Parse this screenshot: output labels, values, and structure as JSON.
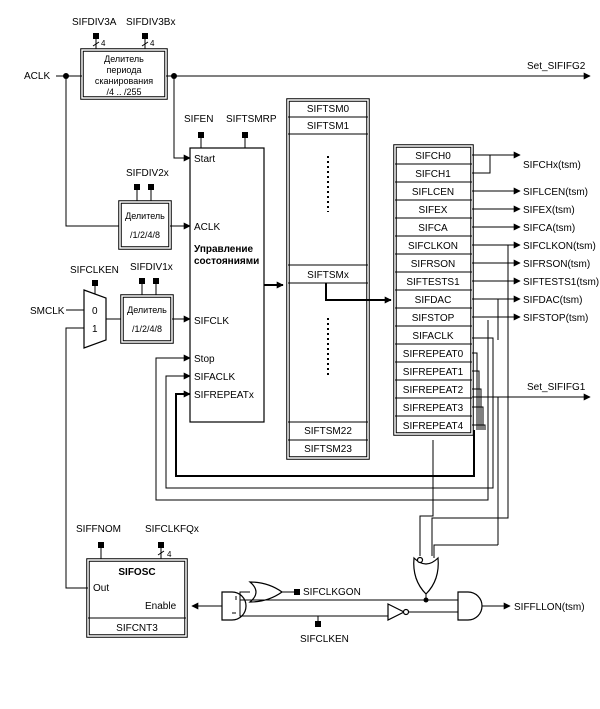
{
  "top": {
    "sifdiv3a": "SIFDIV3A",
    "sifdiv3bx": "SIFDIV3Bx",
    "bits4": "4",
    "aclk": "ACLK",
    "divider_title": [
      "Делитель",
      "периода",
      "сканирования",
      "/4 .. /255"
    ],
    "set_sififg2": "Set_SIFIFG2"
  },
  "state_machine": {
    "sifen": "SIFEN",
    "siftsmrp": "SIFTSMRP",
    "start": "Start",
    "aclk": "ACLK",
    "title": [
      "Управление",
      "состояниями"
    ],
    "sifclk": "SIFCLK",
    "stop": "Stop",
    "sifaclk": "SIFACLK",
    "sifrepeatx": "SIFREPEATx"
  },
  "clock": {
    "sifdiv2x": "SIFDIV2x",
    "divider": "Делитель",
    "ratio": "/1/2/4/8",
    "sifclken": "SIFCLKEN",
    "sifdiv1x": "SIFDIV1x",
    "smclk": "SMCLK",
    "mux0": "0",
    "mux1": "1"
  },
  "tsm": {
    "rows_top": [
      "SIFTSM0",
      "SIFTSM1"
    ],
    "row_mid": "SIFTSMx",
    "rows_bottom": [
      "SIFTSM22",
      "SIFTSM23"
    ]
  },
  "fields": {
    "rows": [
      "SIFCH0",
      "SIFCH1",
      "SIFLCEN",
      "SIFEX",
      "SIFCA",
      "SIFCLKON",
      "SIFRSON",
      "SIFTESTS1",
      "SIFDAC",
      "SIFSTOP",
      "SIFACLK",
      "SIFREPEAT0",
      "SIFREPEAT1",
      "SIFREPEAT2",
      "SIFREPEAT3",
      "SIFREPEAT4"
    ],
    "outputs": [
      "SIFCHx(tsm)",
      "SIFLCEN(tsm)",
      "SIFEX(tsm)",
      "SIFCA(tsm)",
      "SIFCLKON(tsm)",
      "SIFRSON(tsm)",
      "SIFTESTS1(tsm)",
      "SIFDAC(tsm)",
      "SIFSTOP(tsm)"
    ],
    "set_sififg1": "Set_SIFIFG1"
  },
  "osc": {
    "siffnom": "SIFFNOM",
    "sifclkfqx": "SIFCLKFQx",
    "bits4": "4",
    "title": "SIFOSC",
    "out": "Out",
    "enable": "Enable",
    "sifcnt3": "SIFCNT3",
    "sifclkgon": "SIFCLKGON",
    "sifclken": "SIFCLKEN",
    "sifflln": "SIFFLLON(tsm)"
  }
}
